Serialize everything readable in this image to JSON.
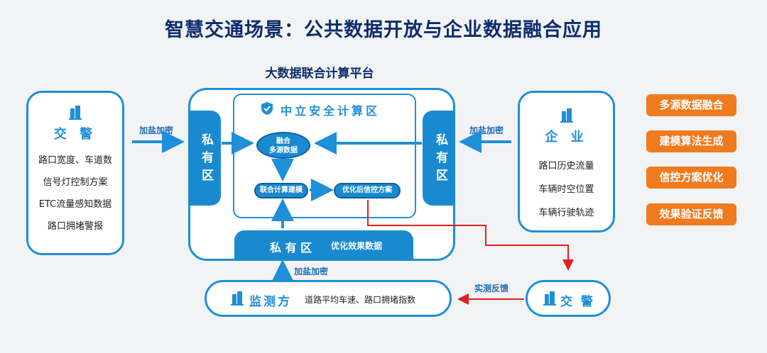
{
  "title": "智慧交通场景：公共数据开放与企业数据融合应用",
  "platform_title": "大数据联合计算平台",
  "left_box": {
    "heading": "交 警",
    "items": [
      "路口宽度、车道数",
      "信号灯控制方案",
      "ETC流量感知数据",
      "路口拥堵警报"
    ]
  },
  "right_box": {
    "heading": "企 业",
    "items": [
      "路口历史流量",
      "车辆时空位置",
      "车辆行驶轨迹"
    ]
  },
  "private_left": "私有区",
  "private_right": "私有区",
  "private_bottom": {
    "label": "私 有 区",
    "desc": "优化效果数据"
  },
  "secure_zone": {
    "title": "中立安全计算区",
    "node_merge": "融合\n多源数据",
    "node_model": "联合计算建模",
    "node_plan": "优化后信控方案"
  },
  "arrows": {
    "salt_left": "加盐加密",
    "salt_right": "加盐加密",
    "salt_bottom": "加盐加密",
    "feedback": "实测反馈"
  },
  "monitor": {
    "heading": "监测方",
    "desc": "道路平均车速、路口拥堵指数"
  },
  "police_bottom": "交 警",
  "pills": [
    "多源数据融合",
    "建模算法生成",
    "信控方案优化",
    "效果验证反馈"
  ],
  "colors": {
    "blue": "#1e8fd8",
    "dark_blue": "#1a8ad0",
    "navy": "#0d2c6b",
    "orange": "#f07b1f",
    "red": "#e02020"
  },
  "icons": [
    "building-icon",
    "shield-icon",
    "arrow-icon"
  ]
}
